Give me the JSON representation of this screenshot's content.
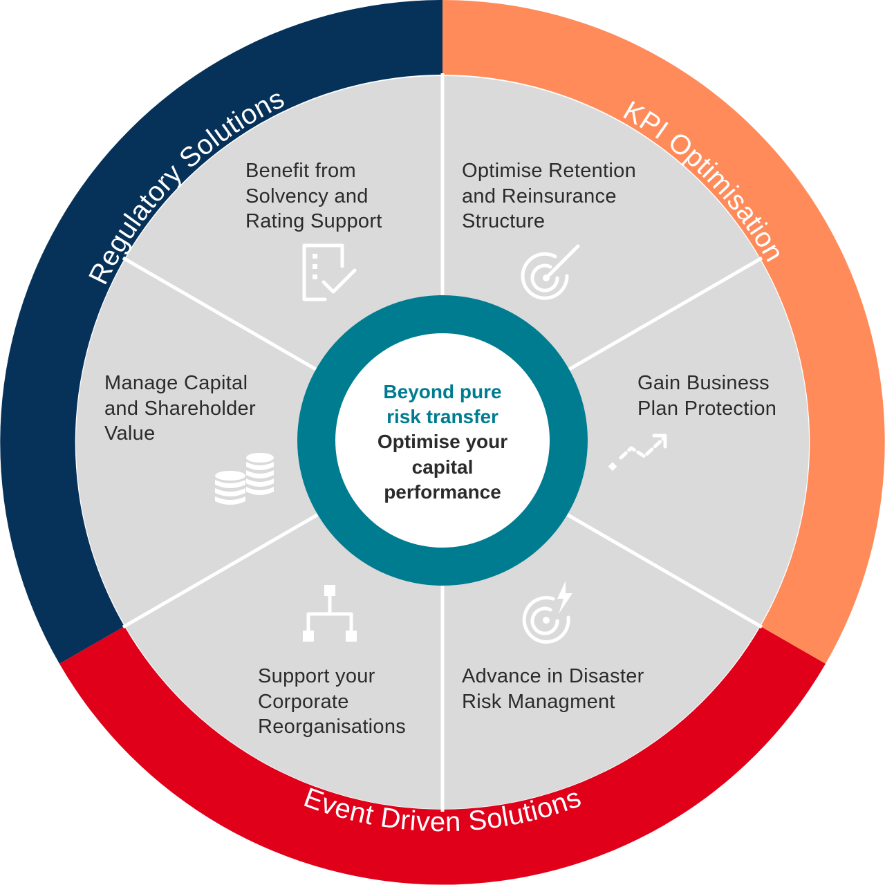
{
  "colors": {
    "regulatory": "#06325a",
    "kpi": "#ff8b5a",
    "event": "#e0001a",
    "segment": "#d9dad9",
    "center_ring": "#007c91"
  },
  "rings": {
    "regulatory": "Regulatory Solutions",
    "kpi": "KPI Optimisation",
    "event": "Event Driven Solutions"
  },
  "center": {
    "line1": "Beyond pure",
    "line2": "risk transfer",
    "line3": "Optimise your",
    "line4": "capital",
    "line5": "performance"
  },
  "segments": {
    "top_left": {
      "lines": [
        "Benefit from",
        "Solvency and",
        "Rating Support"
      ],
      "icon": "checklist-icon"
    },
    "top_right": {
      "lines": [
        "Optimise Retention",
        "and Reinsurance",
        "Structure"
      ],
      "icon": "target-icon"
    },
    "right": {
      "lines": [
        "Gain Business",
        "Plan Protection"
      ],
      "icon": "growth-arrow-icon"
    },
    "bottom_right": {
      "lines": [
        "Advance in Disaster",
        "Risk Managment"
      ],
      "icon": "target-lightning-icon"
    },
    "bottom_left": {
      "lines": [
        "Support your",
        "Corporate",
        "Reorganisations"
      ],
      "icon": "org-chart-icon"
    },
    "left": {
      "lines": [
        "Manage Capital",
        "and Shareholder",
        "Value"
      ],
      "icon": "coins-icon"
    }
  }
}
